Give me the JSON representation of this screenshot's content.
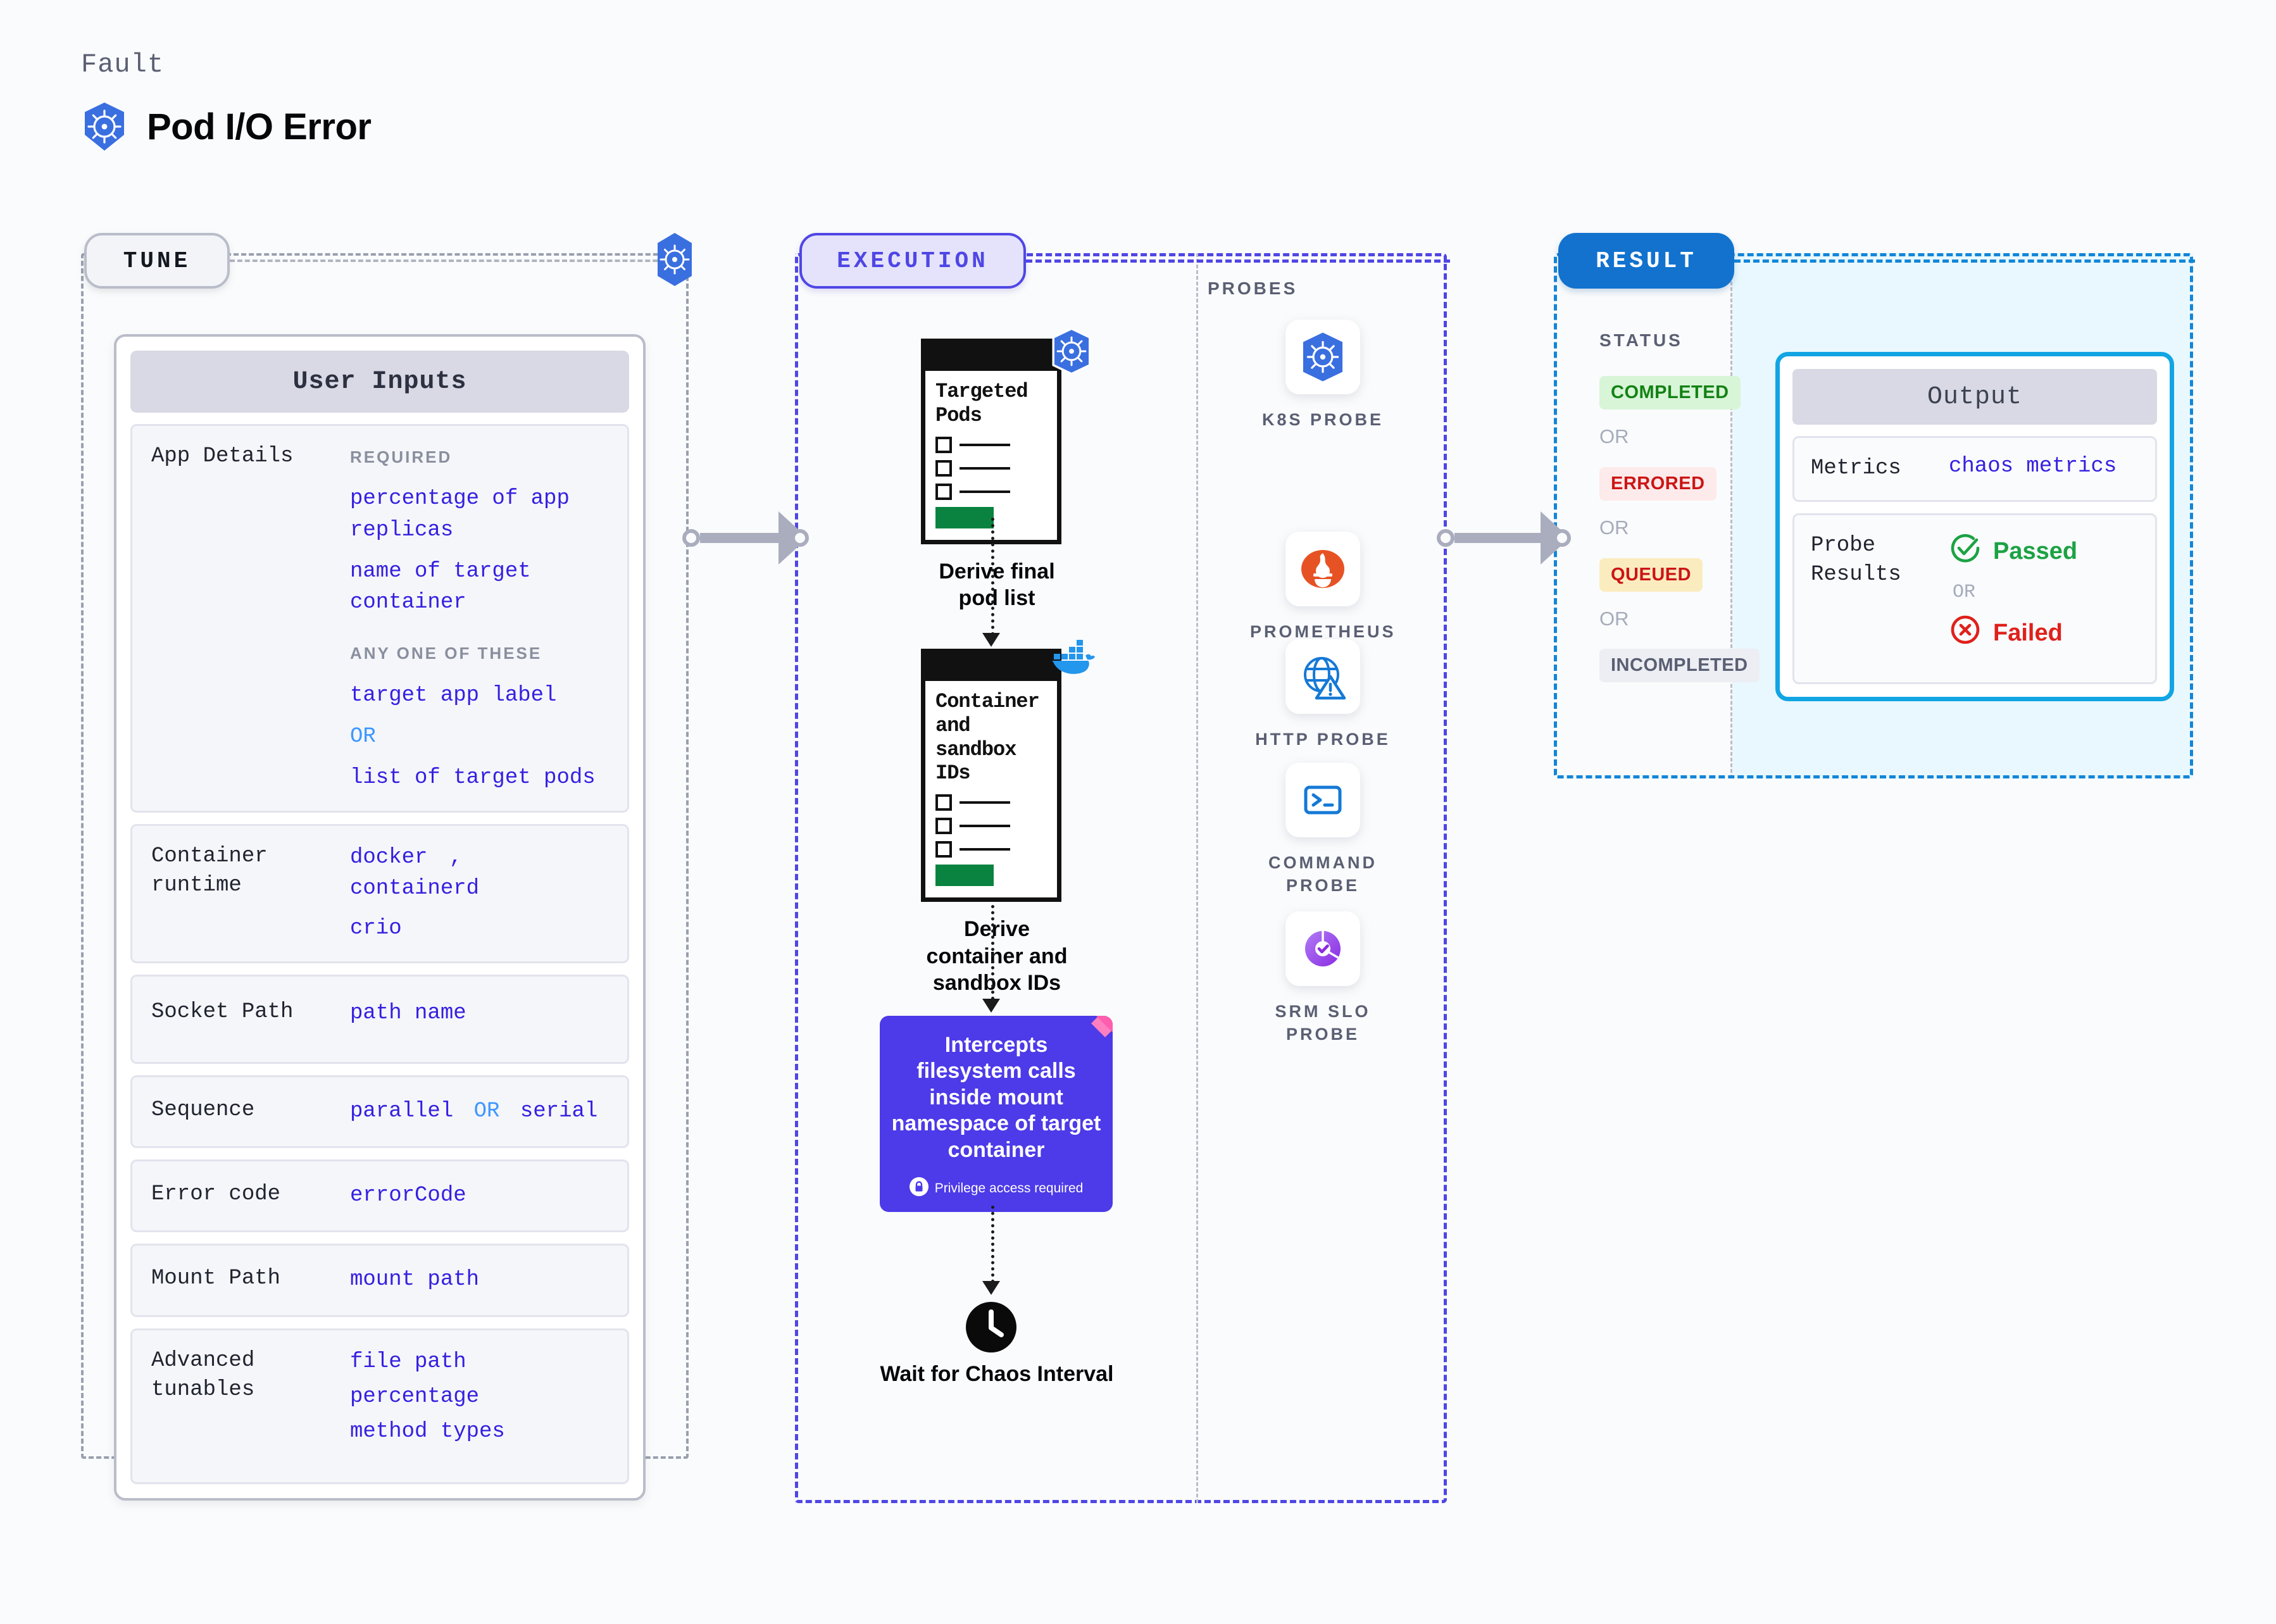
{
  "header": {
    "kicker": "Fault",
    "title": "Pod I/O Error",
    "icon": "kubernetes-icon"
  },
  "sections": {
    "tune": {
      "pill": "TUNE",
      "edge_icon": "kubernetes-icon"
    },
    "execution": {
      "pill": "EXECUTION"
    },
    "probes": {
      "title": "PROBES"
    },
    "result": {
      "pill": "RESULT",
      "status_title": "STATUS"
    }
  },
  "tune": {
    "card_title": "User Inputs",
    "rows": [
      {
        "label": "App Details",
        "groups": [
          {
            "caption": "REQUIRED",
            "values": [
              "percentage of app replicas",
              "name of target container"
            ]
          },
          {
            "caption": "ANY ONE OF THESE",
            "values": [
              "target app label"
            ],
            "or": "OR",
            "values2": [
              "list of target pods"
            ]
          }
        ]
      },
      {
        "label": "Container runtime",
        "values": [
          "docker",
          "containerd",
          "crio"
        ],
        "separator": ","
      },
      {
        "label": "Socket Path",
        "values": [
          "path name"
        ]
      },
      {
        "label": "Sequence",
        "values": [
          "parallel",
          "serial"
        ],
        "or": "OR"
      },
      {
        "label": "Error code",
        "values": [
          "errorCode"
        ]
      },
      {
        "label": "Mount Path",
        "values": [
          "mount path"
        ]
      },
      {
        "label": "Advanced tunables",
        "values": [
          "file path",
          "percentage",
          "method types"
        ]
      }
    ]
  },
  "execution": {
    "steps": [
      {
        "doc_title": "Targeted Pods",
        "caption": "Derive final pod list",
        "badge_icon": "kubernetes-icon"
      },
      {
        "doc_title": "Container and sandbox IDs",
        "caption": "Derive container and sandbox IDs",
        "badge_icon": "docker-icon"
      }
    ],
    "action": {
      "text": "Intercepts filesystem calls inside mount namespace of target container",
      "note": "Privilege access required",
      "note_icon": "lock-icon",
      "corner_icon": "litmus-icon",
      "color": "#4d3ae8"
    },
    "wait": {
      "caption": "Wait for Chaos Interval",
      "icon": "clock-icon"
    }
  },
  "probes": [
    {
      "name": "K8S PROBE",
      "icon": "kubernetes-icon"
    },
    {
      "name": "PROMETHEUS PROBE",
      "icon": "prometheus-icon"
    },
    {
      "name": "HTTP PROBE",
      "icon": "globe-warning-icon"
    },
    {
      "name": "COMMAND PROBE",
      "icon": "terminal-icon"
    },
    {
      "name": "SRM SLO PROBE",
      "icon": "slo-donut-icon"
    }
  ],
  "result": {
    "statuses": [
      {
        "label": "COMPLETED",
        "bg": "#d8f5d8",
        "fg": "#148214"
      },
      {
        "label": "ERRORED",
        "bg": "#fdeaea",
        "fg": "#cc1515"
      },
      {
        "label": "QUEUED",
        "bg": "#fbecc0",
        "fg": "#cc1515"
      },
      {
        "label": "INCOMPLETED",
        "bg": "#eceef3",
        "fg": "#5a5f73"
      }
    ],
    "or_label": "OR",
    "output": {
      "title": "Output",
      "metrics_label": "Metrics",
      "metrics_value": "chaos metrics",
      "probe_label": "Probe Results",
      "passed": "Passed",
      "failed": "Failed",
      "or_label": "OR"
    }
  },
  "colors": {
    "accent_blue": "#1272ce",
    "accent_indigo": "#4f46e5",
    "accent_cyan": "#12a5e3",
    "value_blue": "#3520e0",
    "or_blue": "#3e97ff"
  }
}
